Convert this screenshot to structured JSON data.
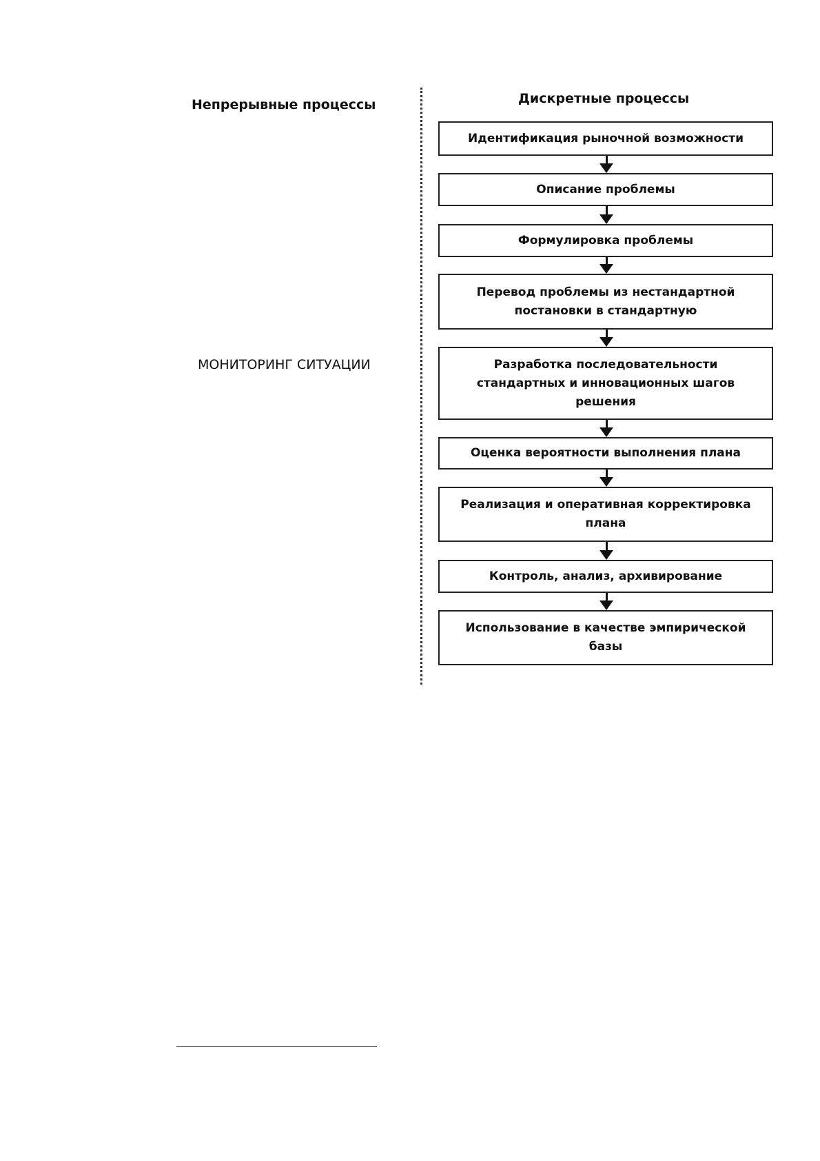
{
  "diagram": {
    "left_column": {
      "heading": "Непрерывные процессы",
      "label": "МОНИТОРИНГ СИТУАЦИИ"
    },
    "right_column": {
      "heading": "Дискретные процессы",
      "steps": [
        "Идентификация рыночной возможности",
        "Описание проблемы",
        "Формулировка проблемы",
        "Перевод проблемы из нестандартной постановки в стандартную",
        "Разработка последовательности стандартных и инновационных шагов решения",
        "Оценка вероятности выполнения плана",
        "Реализация и оперативная корректировка плана",
        "Контроль, анализ, архивирование",
        "Использование в качестве эмпирической базы"
      ]
    }
  }
}
